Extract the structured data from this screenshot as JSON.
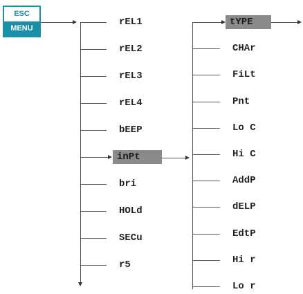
{
  "menu_button": {
    "top_label": "ESC",
    "bottom_label": "MENU"
  },
  "level1": {
    "items": [
      "rEL1",
      "rEL2",
      "rEL3",
      "rEL4",
      "bEEP",
      "inPt",
      "bri",
      "HOLd",
      "SECu",
      "r5"
    ],
    "selected": "inPt"
  },
  "level2": {
    "items": [
      "tYPE",
      "CHAr",
      "FiLt",
      "Pnt",
      "Lo C",
      "Hi C",
      "AddP",
      "dELP",
      "EdtP",
      "Hi r",
      "Lo r"
    ],
    "selected": "tYPE"
  },
  "colors": {
    "accent": "#1a8fa8",
    "highlight": "#8a8a8a",
    "line": "#555555"
  }
}
